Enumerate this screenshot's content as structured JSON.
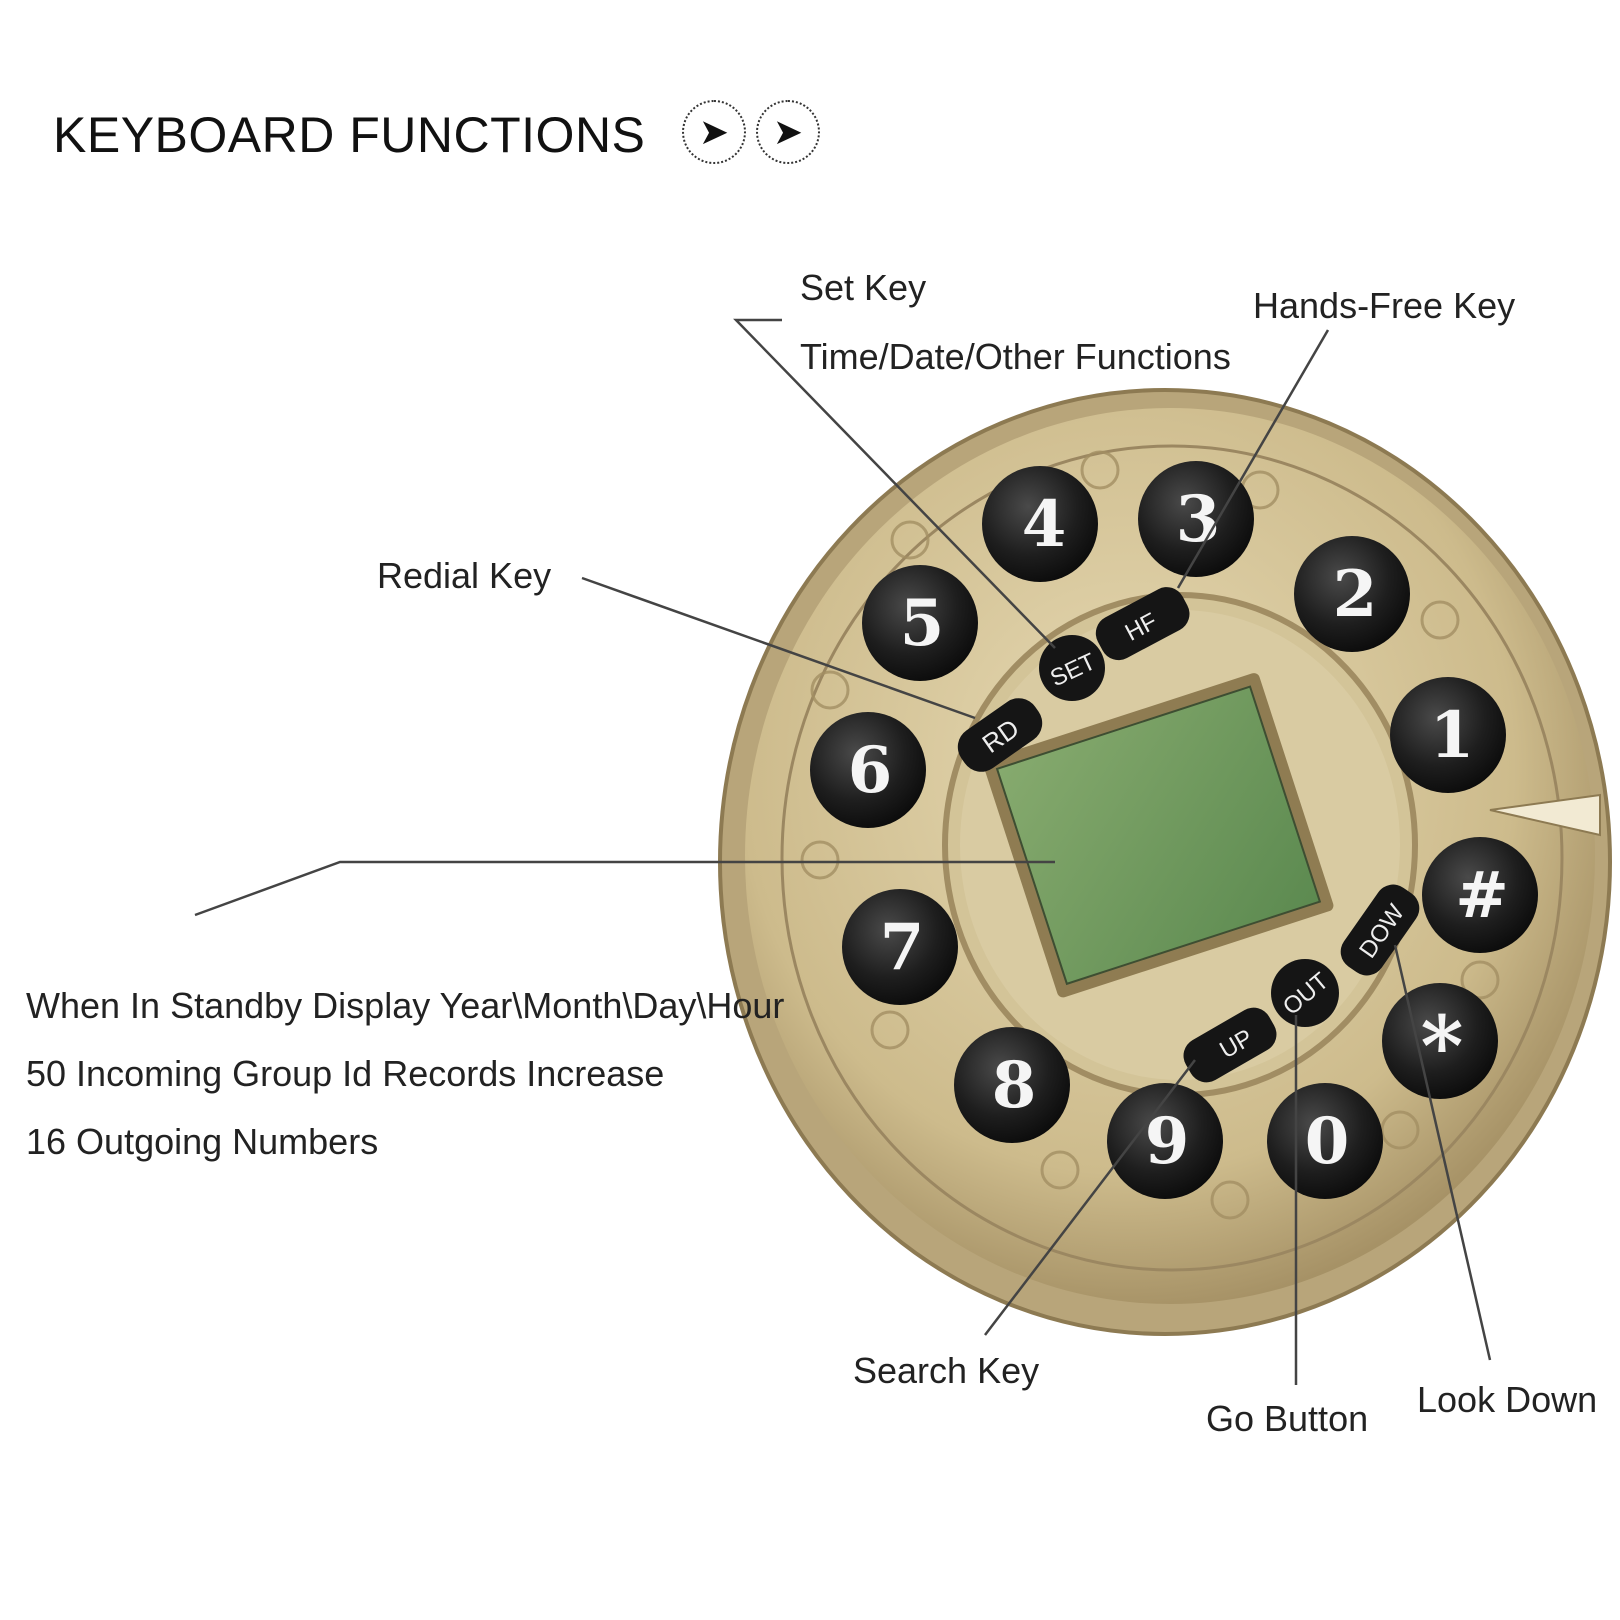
{
  "header": {
    "title": "KEYBOARD FUNCTIONS",
    "arrow_glyph": "➤"
  },
  "callouts": {
    "set_key": "Set Key",
    "set_key_sub": "Time/Date/Other Functions",
    "hands_free_key": "Hands-Free Key",
    "redial_key": "Redial Key",
    "display_line_1": "When In Standby Display Year\\Month\\Day\\Hour",
    "display_line_2": "50 Incoming Group Id Records Increase",
    "display_line_3": "16 Outgoing Numbers",
    "search_key": "Search Key",
    "go_button": "Go Button",
    "look_down": "Look Down"
  },
  "keypad": {
    "digit_keys": [
      "1",
      "2",
      "3",
      "4",
      "5",
      "6",
      "7",
      "8",
      "9",
      "0",
      "*",
      "#"
    ],
    "function_keys": [
      "RD",
      "SET",
      "HF",
      "UP",
      "OUT",
      "DOW"
    ]
  },
  "colors": {
    "brass_light": "#d8c9a0",
    "brass_dark": "#a8946a",
    "key_black": "#1b1b1b",
    "lcd_green": "#6e9a5c",
    "leader_line": "#444444"
  }
}
